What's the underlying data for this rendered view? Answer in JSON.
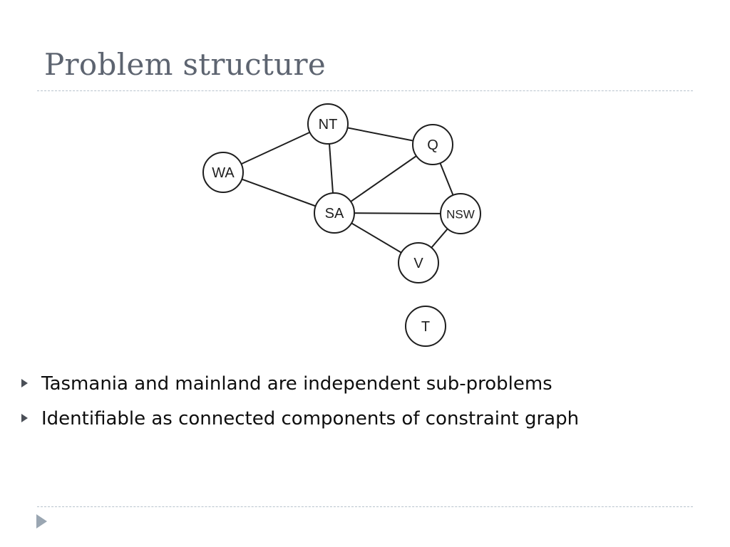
{
  "slide": {
    "title": "Problem structure",
    "bullets": [
      "Tasmania and mainland are independent sub-problems",
      "Identifiable as connected components of constraint graph"
    ]
  },
  "graph": {
    "nodes": [
      {
        "id": "WA",
        "label": "WA"
      },
      {
        "id": "NT",
        "label": "NT"
      },
      {
        "id": "Q",
        "label": "Q"
      },
      {
        "id": "SA",
        "label": "SA"
      },
      {
        "id": "NSW",
        "label": "NSW"
      },
      {
        "id": "V",
        "label": "V"
      },
      {
        "id": "T",
        "label": "T"
      }
    ],
    "edges": [
      [
        "WA",
        "NT"
      ],
      [
        "WA",
        "SA"
      ],
      [
        "NT",
        "SA"
      ],
      [
        "NT",
        "Q"
      ],
      [
        "SA",
        "Q"
      ],
      [
        "SA",
        "NSW"
      ],
      [
        "SA",
        "V"
      ],
      [
        "Q",
        "NSW"
      ],
      [
        "NSW",
        "V"
      ]
    ]
  },
  "colors": {
    "title": "#5d6470",
    "text": "#0e0e0e",
    "rule": "#b7c2cc",
    "node_stroke": "#1e1e1e"
  }
}
